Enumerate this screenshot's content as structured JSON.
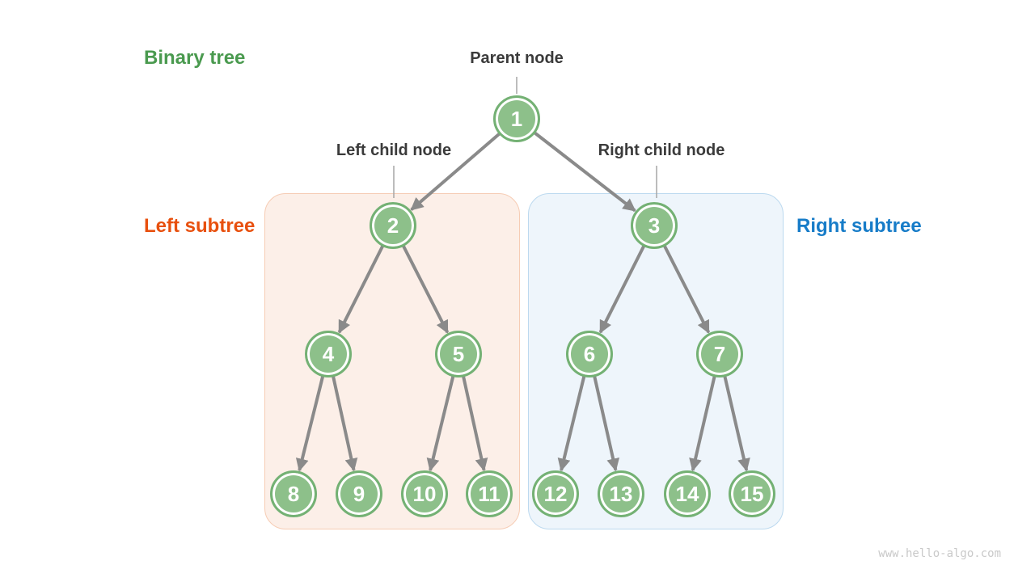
{
  "title": "Binary tree",
  "labels": {
    "parent_node": "Parent node",
    "left_child_node": "Left child node",
    "right_child_node": "Right child node",
    "left_subtree": "Left subtree",
    "right_subtree": "Right subtree"
  },
  "watermark": "www.hello-algo.com",
  "colors": {
    "title_green": "#4A9A4F",
    "left_subtree_orange": "#E8500E",
    "right_subtree_blue": "#177CC8",
    "label_text": "#3B3B3B",
    "node_fill": "#8DC08A",
    "node_border": "#74B174",
    "edge_gray": "#8A8A8A",
    "left_box_fill": "#FCEFE8",
    "left_box_border": "#F6CCB4",
    "right_box_fill": "#EEF5FB",
    "right_box_border": "#BCD9EF"
  },
  "tree": {
    "nodes": [
      {
        "value": 1
      },
      {
        "value": 2
      },
      {
        "value": 3
      },
      {
        "value": 4
      },
      {
        "value": 5
      },
      {
        "value": 6
      },
      {
        "value": 7
      },
      {
        "value": 8
      },
      {
        "value": 9
      },
      {
        "value": 10
      },
      {
        "value": 11
      },
      {
        "value": 12
      },
      {
        "value": 13
      },
      {
        "value": 14
      },
      {
        "value": 15
      }
    ],
    "edges": [
      [
        1,
        2
      ],
      [
        1,
        3
      ],
      [
        2,
        4
      ],
      [
        2,
        5
      ],
      [
        3,
        6
      ],
      [
        3,
        7
      ],
      [
        4,
        8
      ],
      [
        4,
        9
      ],
      [
        5,
        10
      ],
      [
        5,
        11
      ],
      [
        6,
        12
      ],
      [
        6,
        13
      ],
      [
        7,
        14
      ],
      [
        7,
        15
      ]
    ]
  }
}
